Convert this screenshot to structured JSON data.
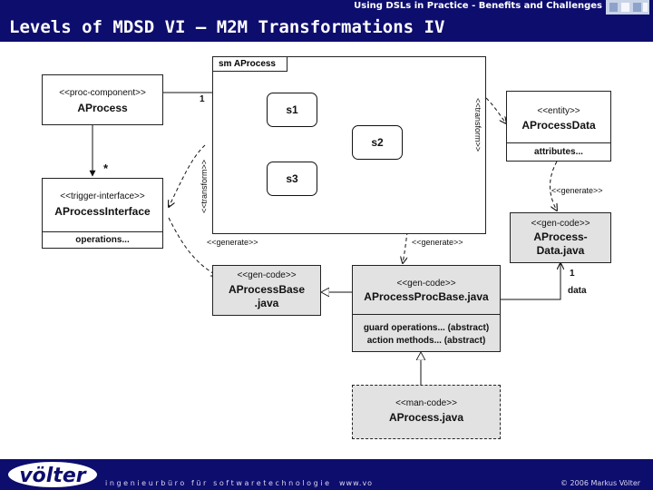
{
  "header": {
    "top_text": "Using DSLs in Practice - Benefits and Challenges",
    "title": "Levels of MDSD VI – M2M Transformations IV"
  },
  "diagram": {
    "aprocess": {
      "stereotype": "<<proc-component>>",
      "name": "AProcess"
    },
    "interface": {
      "stereotype": "<<trigger-interface>>",
      "name": "AProcessInterface",
      "attr": "operations..."
    },
    "statemachine": {
      "label": "sm AProcess",
      "states": [
        "s1",
        "s2",
        "s3"
      ]
    },
    "data": {
      "stereotype": "<<entity>>",
      "name": "AProcessData",
      "attr": "attributes..."
    },
    "datajava": {
      "stereotype": "<<gen-code>>",
      "name_l1": "AProcess-",
      "name_l2": "Data.java"
    },
    "base": {
      "stereotype": "<<gen-code>>",
      "name_l1": "AProcessBase",
      "name_l2": ".java"
    },
    "procbase": {
      "stereotype": "<<gen-code>>",
      "name": "AProcessProcBase.java",
      "attr_l1": "guard operations... (abstract)",
      "attr_l2": "action methods... (abstract)"
    },
    "manual": {
      "stereotype": "<<man-code>>",
      "name": "AProcess.java"
    },
    "labels": {
      "mult_one_a": "1",
      "mult_star": "*",
      "transform_left": "<<transform>>",
      "transform_right": "<<transform>>",
      "generate_left": "<<generate>>",
      "generate_mid": "<<generate>>",
      "generate_right": "<<generate>>",
      "mult_one_b": "1",
      "data_role": "data"
    }
  },
  "footer": {
    "logo_text": "völter",
    "tagline": "ingenieurbüro für softwaretechnologie",
    "url": "www.vo",
    "copyright": "© 2006  Markus Völter"
  },
  "colors": {
    "header_bg": "#0d0d6e",
    "box_grey": "#e2e2e2"
  }
}
